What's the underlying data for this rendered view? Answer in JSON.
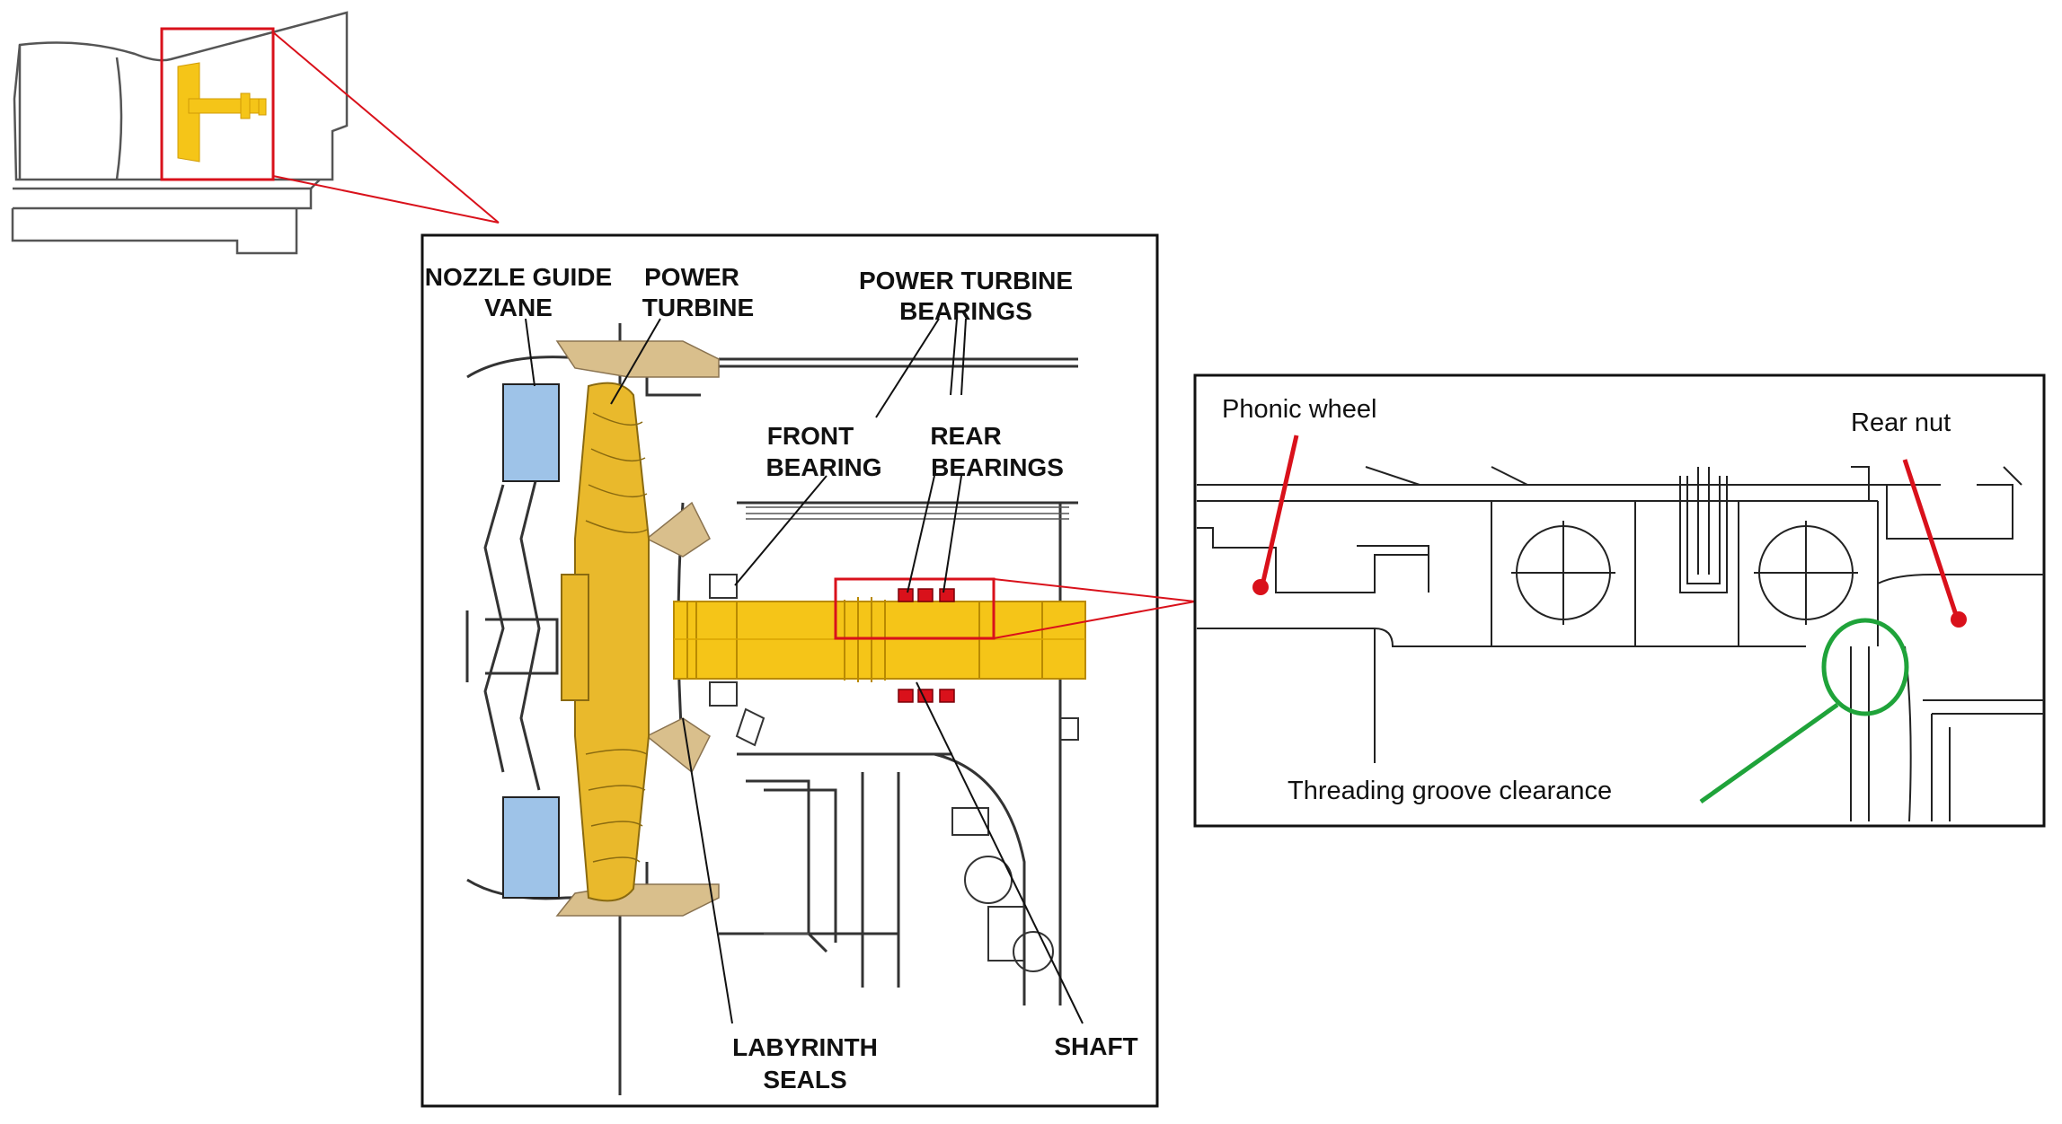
{
  "main_labels": {
    "nozzle_guide_vane": [
      "NOZZLE GUIDE",
      "VANE"
    ],
    "power_turbine": [
      "POWER",
      "TURBINE"
    ],
    "power_turbine_bearings": [
      "POWER TURBINE",
      "BEARINGS"
    ],
    "front_bearing": [
      "FRONT",
      "BEARING"
    ],
    "rear_bearings": [
      "REAR",
      "BEARINGS"
    ],
    "labyrinth_seals": [
      "LABYRINTH",
      "SEALS"
    ],
    "shaft": "SHAFT"
  },
  "detail_labels": {
    "phonic_wheel": "Phonic wheel",
    "rear_nut": "Rear nut",
    "threading_groove": "Threading groove clearance"
  },
  "colors": {
    "highlight_red": "#d9111b",
    "callout_green": "#1fa33a",
    "shaft_yellow": "#f5c518",
    "turbine_gold": "#e9b92c",
    "vane_blue": "#9ec3e8",
    "line_gray": "#555555"
  }
}
